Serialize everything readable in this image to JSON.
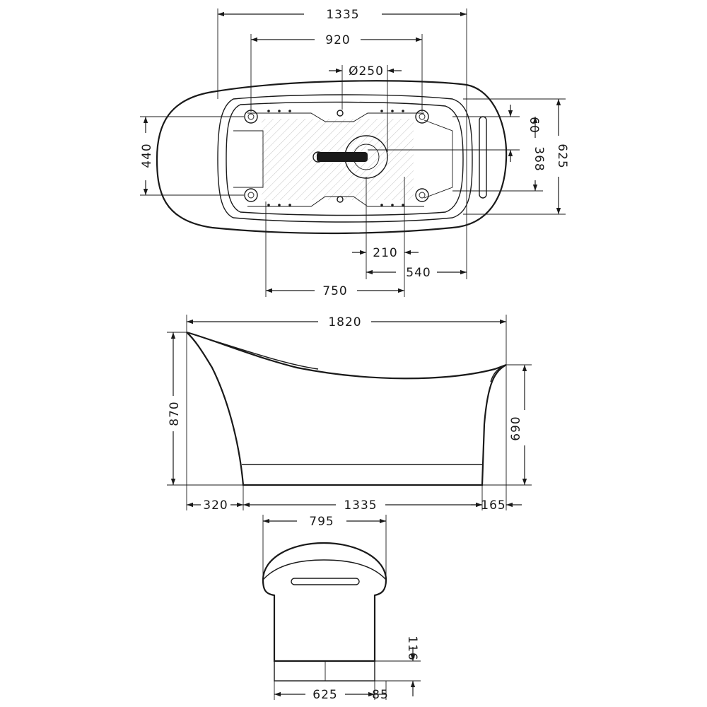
{
  "top_view": {
    "dims": {
      "overall_length": "1335",
      "feet_spacing": "920",
      "drain_diameter": "Ø250",
      "inner_width": "440",
      "edge_offset": "60",
      "mid_offset": "368",
      "overall_width": "625",
      "drain_span": "210",
      "drain_to_end": "540",
      "drain_to_foot": "750"
    }
  },
  "side_view": {
    "dims": {
      "total_length": "1820",
      "max_height": "870",
      "end_height": "690",
      "head_overhang": "320",
      "base_length": "1335",
      "foot_overhang": "165"
    }
  },
  "end_view": {
    "dims": {
      "width": "795",
      "plinth_height": "116",
      "base_width": "625",
      "base_offset": "85"
    }
  }
}
